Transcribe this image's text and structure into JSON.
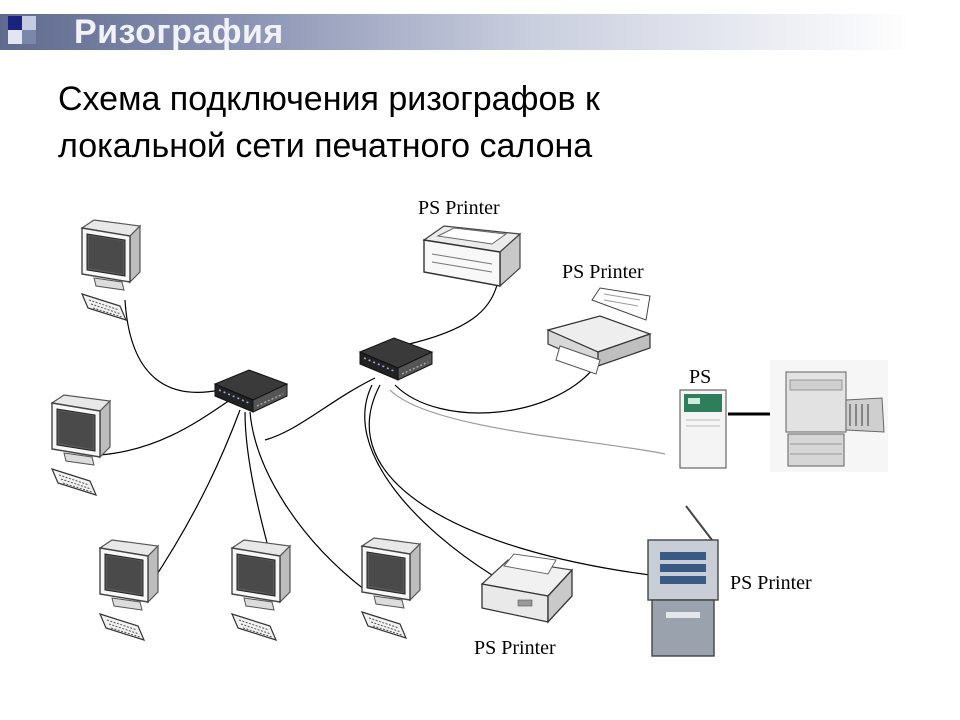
{
  "header": {
    "section_title": "Ризография"
  },
  "slide": {
    "title_line1": "Схема подключения ризографов к",
    "title_line2": "локальной сети печатного салона"
  },
  "diagram": {
    "labels": {
      "printer_top": "PS Printer",
      "printer_fax": "PS Printer",
      "ps_controller": "PS",
      "printer_riso": "PS Printer",
      "printer_bottom": "PS Printer"
    }
  },
  "colors": {
    "header_dark": "#1a237e",
    "header_mid": "#7b86ad",
    "header_square_light": "#c5cbe0",
    "controller_accent": "#2e7d5b"
  }
}
